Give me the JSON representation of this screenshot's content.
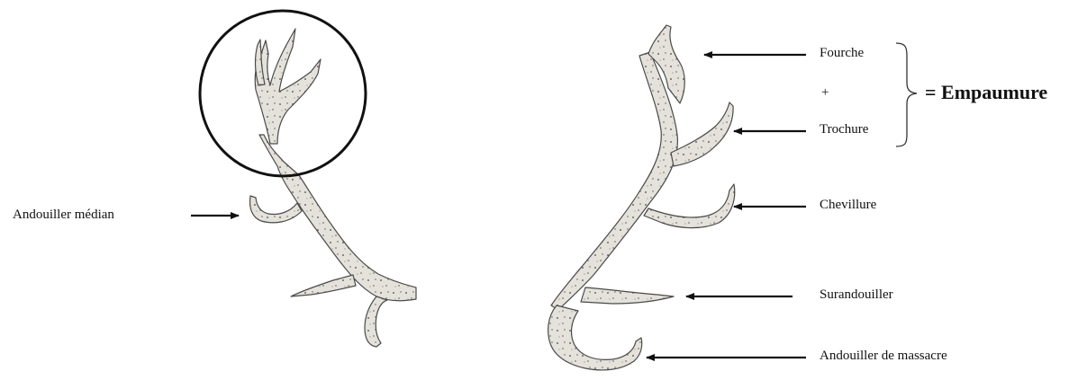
{
  "labels": {
    "andouiller_median": "Andouiller médian",
    "fourche": "Fourche",
    "plus": "+",
    "trochure": "Trochure",
    "empaumure": "= Empaumure",
    "chevillure": "Chevillure",
    "surandouiller": "Surandouiller",
    "andouiller_massacre": "Andouiller de massacre"
  },
  "colors": {
    "antler_fill": "#e4e2da",
    "antler_stroke": "#4a4a4a",
    "ink": "#111111"
  }
}
